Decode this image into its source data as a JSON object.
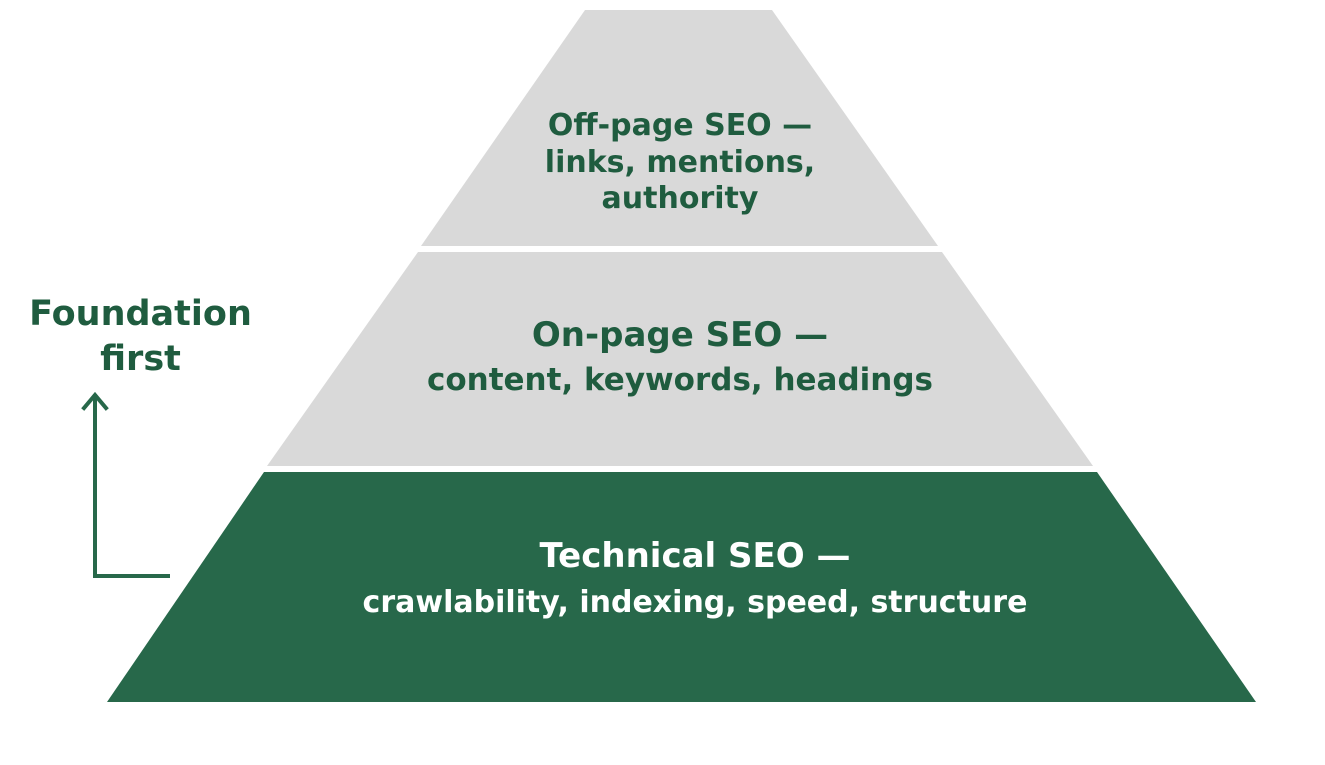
{
  "colors": {
    "background": "#ffffff",
    "tier_light": "#d9d9d9",
    "tier_dark": "#27684a",
    "text_green": "#1f5c3f",
    "text_white": "#ffffff"
  },
  "side_label": {
    "line1": "Foundation",
    "line2": "first"
  },
  "tiers": {
    "top": {
      "line1": "Off-page SEO —",
      "line2": "links, mentions,",
      "line3": "authority"
    },
    "middle": {
      "line1": "On-page SEO —",
      "line2": "content, keywords, headings"
    },
    "bottom": {
      "line1": "Technical SEO —",
      "line2": "crawlability, indexing, speed, structure"
    }
  }
}
